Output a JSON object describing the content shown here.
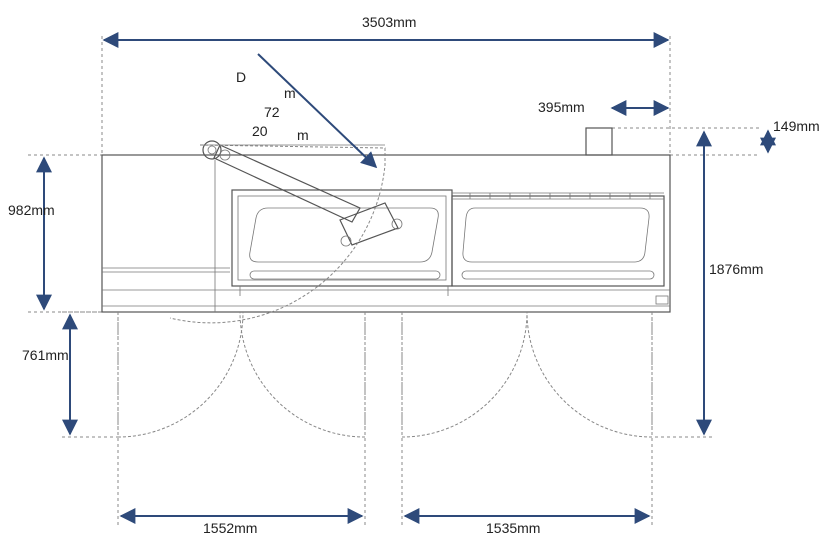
{
  "dimensions": {
    "overall_width": "3503mm",
    "chimney_offset": "395mm",
    "chimney_height": "149mm",
    "top_section_height": "982mm",
    "overall_depth": "1876mm",
    "door_swing_depth": "761mm",
    "left_door_width": "1552mm",
    "right_door_width": "1535mm"
  },
  "arm_reach_label": {
    "line1": "D",
    "line2": "m",
    "line3": "72",
    "line4": "20",
    "line5": "m"
  },
  "colors": {
    "dimension_arrow": "#2e4a7a",
    "outline": "#555555",
    "extension_line": "#8a8a8a"
  }
}
